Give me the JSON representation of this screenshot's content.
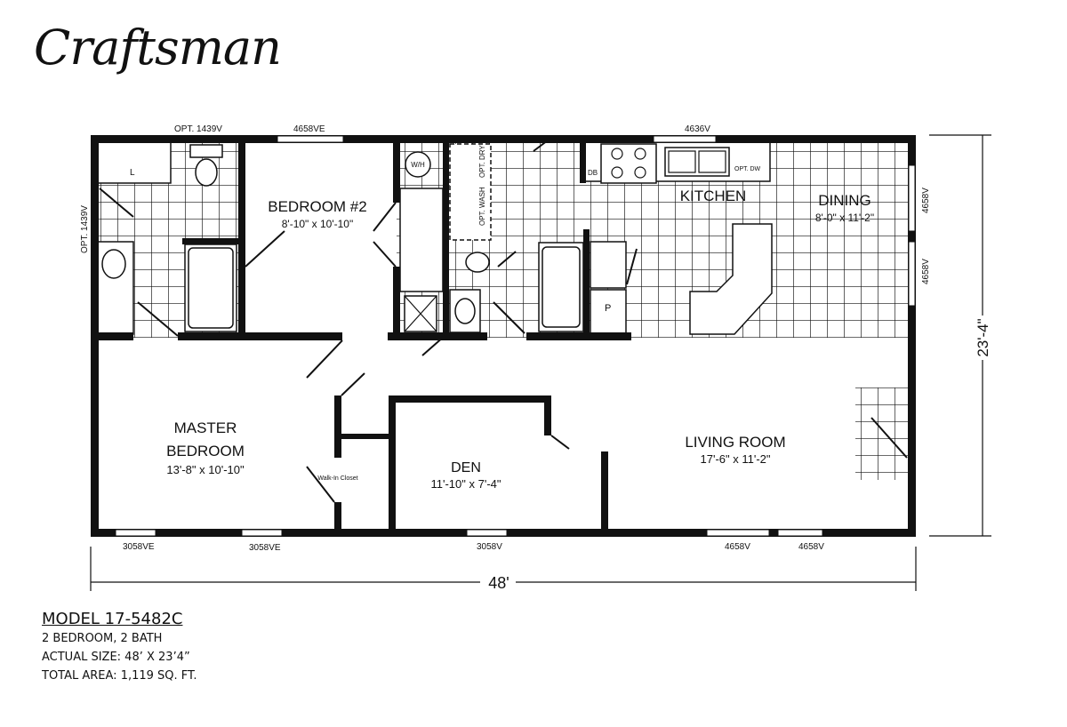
{
  "brand": "Craftsman",
  "rooms": {
    "bedroom2": {
      "name": "BEDROOM #2",
      "size": "8'-10\" x 10'-10\""
    },
    "kitchen": {
      "name": "KITCHEN"
    },
    "dining": {
      "name": "DINING",
      "size": "8'-0\" x 11'-2\""
    },
    "master": {
      "name_line1": "MASTER",
      "name_line2": "BEDROOM",
      "size": "13'-8\" x 10'-10\""
    },
    "den": {
      "name": "DEN",
      "size": "11'-10\" x 7'-4\""
    },
    "living": {
      "name": "LIVING ROOM",
      "size": "17'-6\" x 11'-2\""
    },
    "closet": {
      "name": "Walk-In Closet"
    }
  },
  "fixtures": {
    "linen": "L",
    "water_heater": "W/H",
    "opt_dry": "OPT. DRY",
    "opt_wash": "OPT. WASH",
    "db": "DB",
    "opt_dw": "OPT. DW",
    "pantry": "P"
  },
  "windows": {
    "top_opt": "OPT. 1439V",
    "top_bed2": "4658VE",
    "top_kitchen": "4636V",
    "left_opt": "OPT. 1439V",
    "right_1": "4658V",
    "right_2": "4658V",
    "bottom_1": "3058VE",
    "bottom_2": "3058VE",
    "bottom_3": "3058V",
    "bottom_4": "4658V",
    "bottom_5": "4658V"
  },
  "dimensions": {
    "width": "48'",
    "depth": "23'-4\""
  },
  "info": {
    "model": "MODEL 17-5482C",
    "beds_baths": "2 BEDROOM, 2 BATH",
    "actual_size": "ACTUAL SIZE: 48’ X 23’4”",
    "total_area": "TOTAL AREA: 1,119 SQ. FT."
  }
}
